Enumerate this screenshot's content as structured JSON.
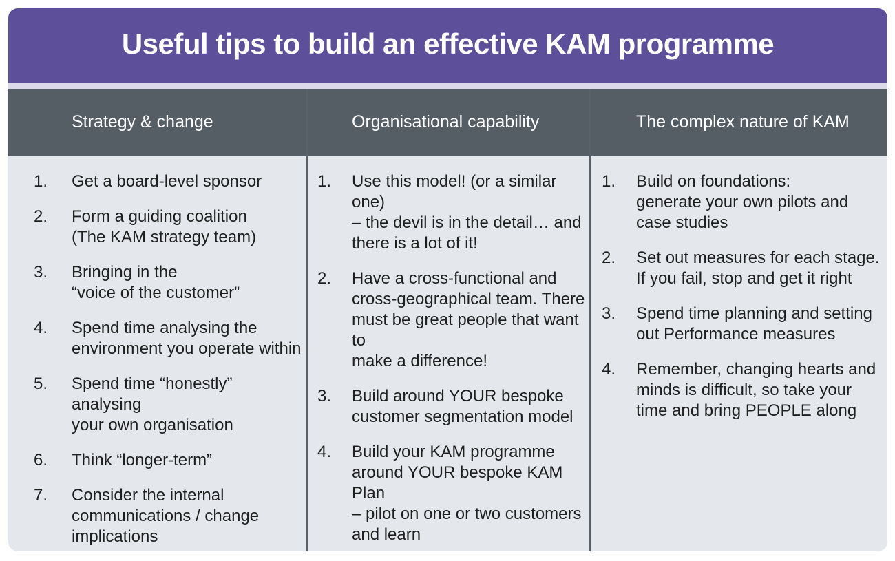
{
  "title": "Useful tips to build an effective KAM programme",
  "colors": {
    "title_bar": "#5e4f9b",
    "header_bar": "#555d65",
    "body_bg": "#e4e8ec"
  },
  "columns": [
    {
      "heading": "Strategy & change",
      "items": [
        {
          "num": "1.",
          "text": "Get a board-level sponsor"
        },
        {
          "num": "2.",
          "text": "Form a guiding coalition\n(The KAM strategy team)"
        },
        {
          "num": "3.",
          "text": "Bringing in the\n“voice of the customer”"
        },
        {
          "num": "4.",
          "text": "Spend time analysing the\nenvironment you operate within"
        },
        {
          "num": "5.",
          "text": "Spend time “honestly” analysing\nyour own organisation"
        },
        {
          "num": "6.",
          "text": "Think “longer-term”"
        },
        {
          "num": "7.",
          "text": "Consider the internal\ncommunications / change\nimplications"
        }
      ]
    },
    {
      "heading": "Organisational capability",
      "items": [
        {
          "num": "1.",
          "text": "Use this model! (or a similar one)\n– the devil is in the detail… and\nthere is a lot of it!"
        },
        {
          "num": "2.",
          "text": "Have a cross-functional and\ncross-geographical team. There\nmust be great people that want to\nmake a difference!"
        },
        {
          "num": "3.",
          "text": "Build around YOUR bespoke\ncustomer segmentation model"
        },
        {
          "num": "4.",
          "text": "Build your KAM programme\naround YOUR bespoke KAM Plan\n– pilot on one or two customers\nand learn"
        }
      ]
    },
    {
      "heading": "The complex nature of KAM",
      "items": [
        {
          "num": "1.",
          "text": "Build on foundations:\ngenerate your own pilots and\ncase studies"
        },
        {
          "num": "2.",
          "text": "Set out measures for each stage.\nIf you fail, stop and get it right"
        },
        {
          "num": "3.",
          "text": "Spend time planning and setting\nout Performance measures"
        },
        {
          "num": "4.",
          "text": "Remember, changing hearts and\nminds is difficult, so take your\ntime and bring PEOPLE along"
        }
      ]
    }
  ]
}
